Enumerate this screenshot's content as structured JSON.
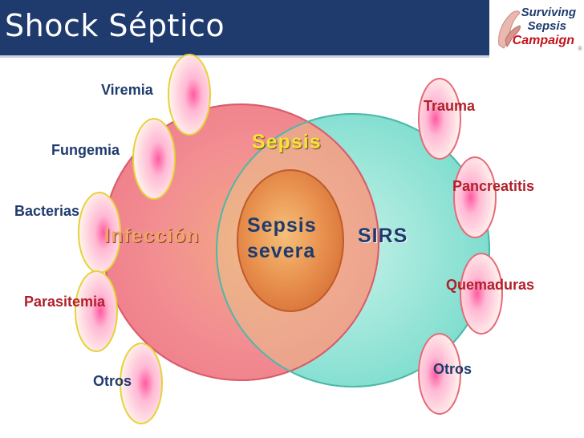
{
  "header": {
    "title": "Shock Séptico",
    "logo": {
      "line1": "Surviving",
      "line2": "Sepsis",
      "line3": "Campaign",
      "reg": "®"
    }
  },
  "diagram": {
    "left_circle": "Infección",
    "right_circle": "SIRS",
    "overlap": "Sepsis",
    "center_line1": "Sepsis",
    "center_line2": "severa",
    "left_items": [
      "Viremia",
      "Fungemia",
      "Bacterias",
      "Parasitemia",
      "Otros"
    ],
    "right_items": [
      "Trauma",
      "Pancreatitis",
      "Quemaduras",
      "Otros"
    ]
  },
  "colors": {
    "title_bar": "#1f3b6e",
    "left_circle": "#f07e86",
    "right_circle": "#7fe0d2",
    "center": "#e6864a",
    "label_blue": "#1f3b6e",
    "label_red": "#b0202a"
  }
}
